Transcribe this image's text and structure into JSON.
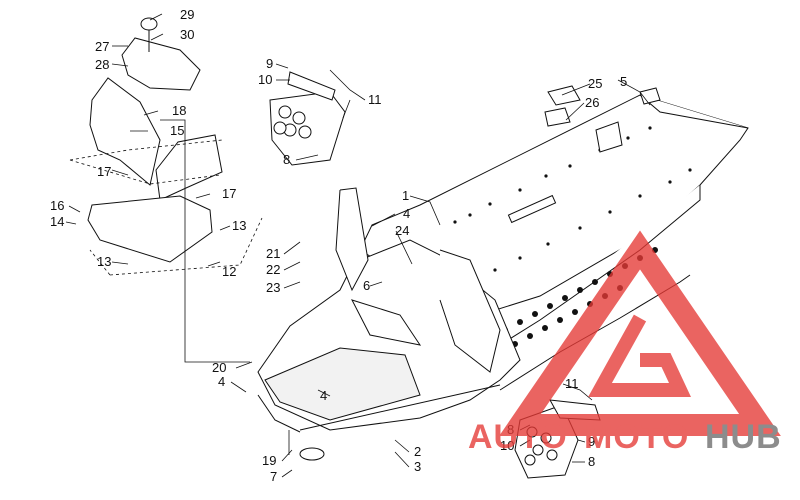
{
  "diagram": {
    "callouts": {
      "c1": "1",
      "c2": "2",
      "c3": "3",
      "c4a": "4",
      "c4b": "4",
      "c4c": "4",
      "c5": "5",
      "c6": "6",
      "c7": "7",
      "c8a": "8",
      "c8b": "8",
      "c8c": "8",
      "c9a": "9",
      "c9b": "9",
      "c10a": "10",
      "c10b": "10",
      "c11a": "11",
      "c11b": "11",
      "c12": "12",
      "c13a": "13",
      "c13b": "13",
      "c14": "14",
      "c15": "15",
      "c16": "16",
      "c17a": "17",
      "c17b": "17",
      "c18": "18",
      "c19": "19",
      "c20": "20",
      "c21": "21",
      "c22": "22",
      "c23": "23",
      "c24": "24",
      "c25": "25",
      "c26": "26",
      "c27": "27",
      "c28": "28",
      "c29": "29",
      "c30": "30"
    },
    "watermark": {
      "text_auto": "AUTO",
      "text_moto": "MOTO",
      "text_hub": "HUB",
      "color_red": "#e53935",
      "color_grey": "#6d6d6d"
    }
  }
}
